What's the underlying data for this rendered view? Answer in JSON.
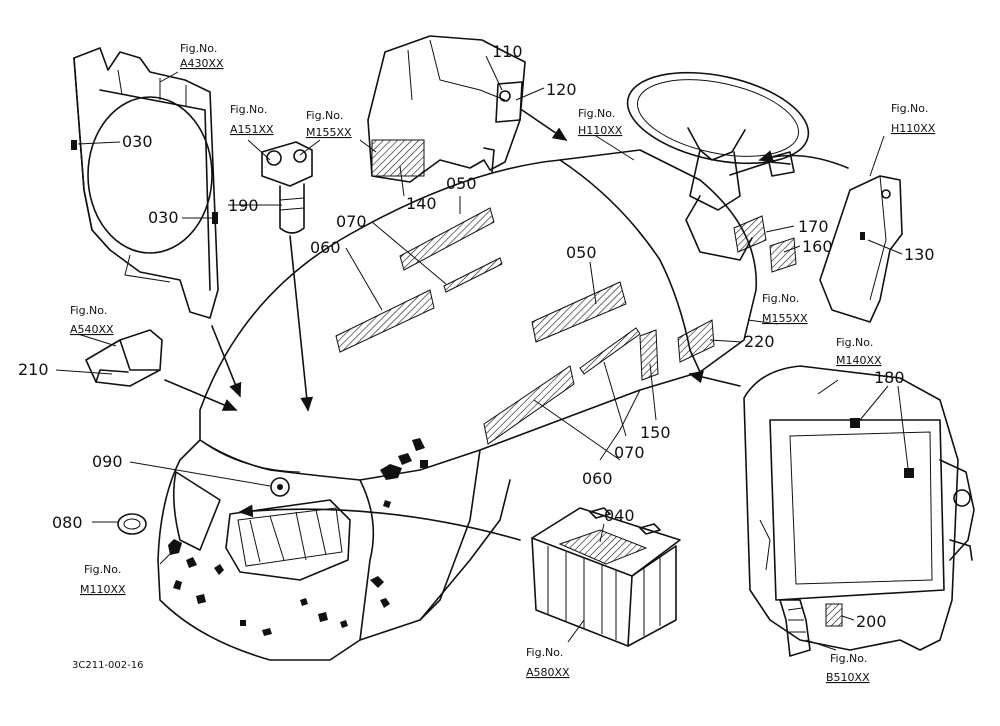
{
  "figure_refs": {
    "A430XX": {
      "title": "Fig.No.",
      "code": "A430XX"
    },
    "A151XX": {
      "title": "Fig.No.",
      "code": "A151XX"
    },
    "M155XX_top": {
      "title": "Fig.No.",
      "code": "M155XX"
    },
    "H110XX_steer": {
      "title": "Fig.No.",
      "code": "H110XX"
    },
    "H110XX_right": {
      "title": "Fig.No.",
      "code": "H110XX"
    },
    "A540XX": {
      "title": "Fig.No.",
      "code": "A540XX"
    },
    "M155XX_side": {
      "title": "Fig.No.",
      "code": "M155XX"
    },
    "M140XX": {
      "title": "Fig.No.",
      "code": "M140XX"
    },
    "M110XX": {
      "title": "Fig.No.",
      "code": "M110XX"
    },
    "A580XX": {
      "title": "Fig.No.",
      "code": "A580XX"
    },
    "B510XX": {
      "title": "Fig.No.",
      "code": "B510XX"
    }
  },
  "callouts": {
    "c030a": "030",
    "c030b": "030",
    "c190": "190",
    "c110": "110",
    "c120": "120",
    "c140": "140",
    "c050a": "050",
    "c070a": "070",
    "c060a": "060",
    "c050b": "050",
    "c170": "170",
    "c160": "160",
    "c130": "130",
    "c220": "220",
    "c210": "210",
    "c180": "180",
    "c150": "150",
    "c070b": "070",
    "c060b": "060",
    "c090": "090",
    "c080": "080",
    "c040": "040",
    "c200": "200"
  },
  "drawing_code": "3C211-002-16"
}
